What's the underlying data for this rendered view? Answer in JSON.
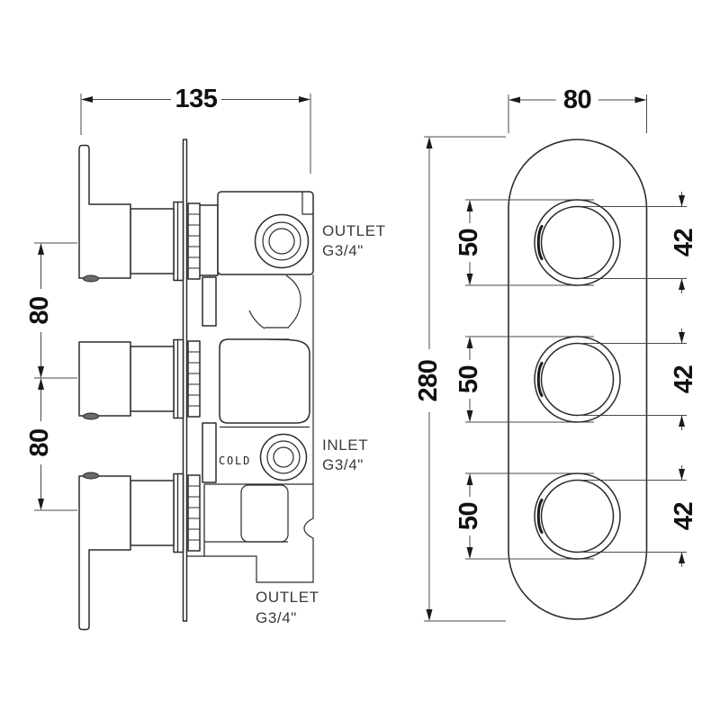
{
  "drawing": {
    "side_view": {
      "width_dim": "135",
      "spacing_dims": [
        "80",
        "80"
      ],
      "outlet_top_label": [
        "OUTLET",
        "G3/4\""
      ],
      "inlet_label": [
        "INLET",
        "G3/4\""
      ],
      "outlet_bottom_label": [
        "OUTLET",
        "G3/4\""
      ],
      "cold_marking": "COLD"
    },
    "front_view": {
      "width_dim": "80",
      "height_dim": "280",
      "knob_outer_dia_dims": [
        "50",
        "50",
        "50"
      ],
      "knob_inner_dia_dims": [
        "42",
        "42",
        "42"
      ]
    },
    "colors": {
      "line": "#2b2b2b",
      "dim_line": "#4a4a4a",
      "dim_text": "#111111",
      "label_text": "#3a3a3a",
      "background": "#ffffff"
    }
  }
}
